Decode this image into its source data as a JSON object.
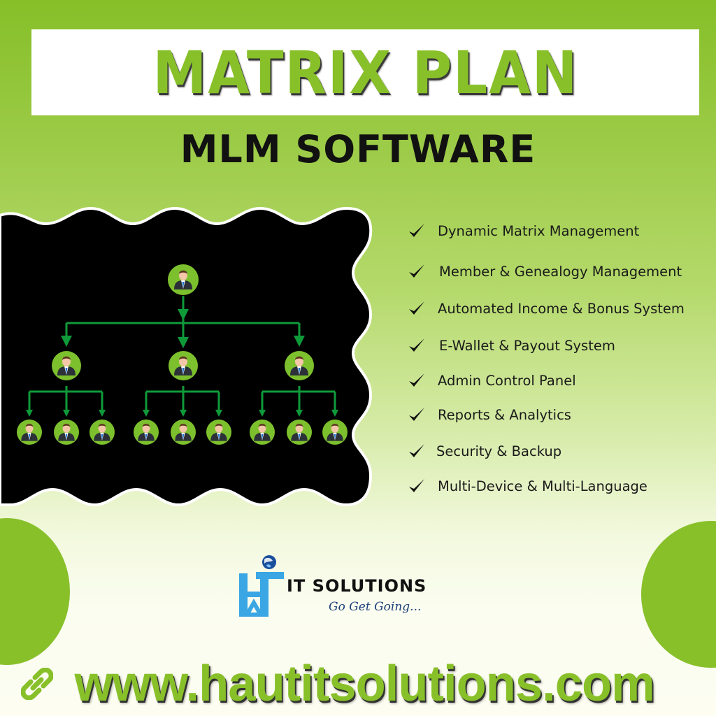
{
  "header": {
    "title": "MATRIX PLAN",
    "subtitle": "MLM SOFTWARE"
  },
  "diagram": {
    "description": "3x3 matrix genealogy tree",
    "levels": [
      1,
      3,
      9
    ],
    "node_icon": "businessman-avatar-icon",
    "node_color": "#7dc02d",
    "arrow_color": "#0f9a3a",
    "panel_color": "#000000"
  },
  "features": {
    "items": [
      {
        "label": "Dynamic Matrix Management"
      },
      {
        "label": "Member & Genealogy Management"
      },
      {
        "label": "Automated Income & Bonus System"
      },
      {
        "label": "E-Wallet & Payout System"
      },
      {
        "label": "Admin Control Panel"
      },
      {
        "label": "Reports & Analytics"
      },
      {
        "label": "Security & Backup"
      },
      {
        "label": "Multi-Device & Multi-Language"
      }
    ]
  },
  "logo": {
    "name": "IT SOLUTIONS",
    "tagline": "Go Get Going..."
  },
  "footer": {
    "url": "www.hautitsolutions.com",
    "icon": "link-icon"
  },
  "colors": {
    "brand_green": "#88c02a",
    "logo_blue": "#3aa6e4",
    "text_dark": "#111111"
  }
}
